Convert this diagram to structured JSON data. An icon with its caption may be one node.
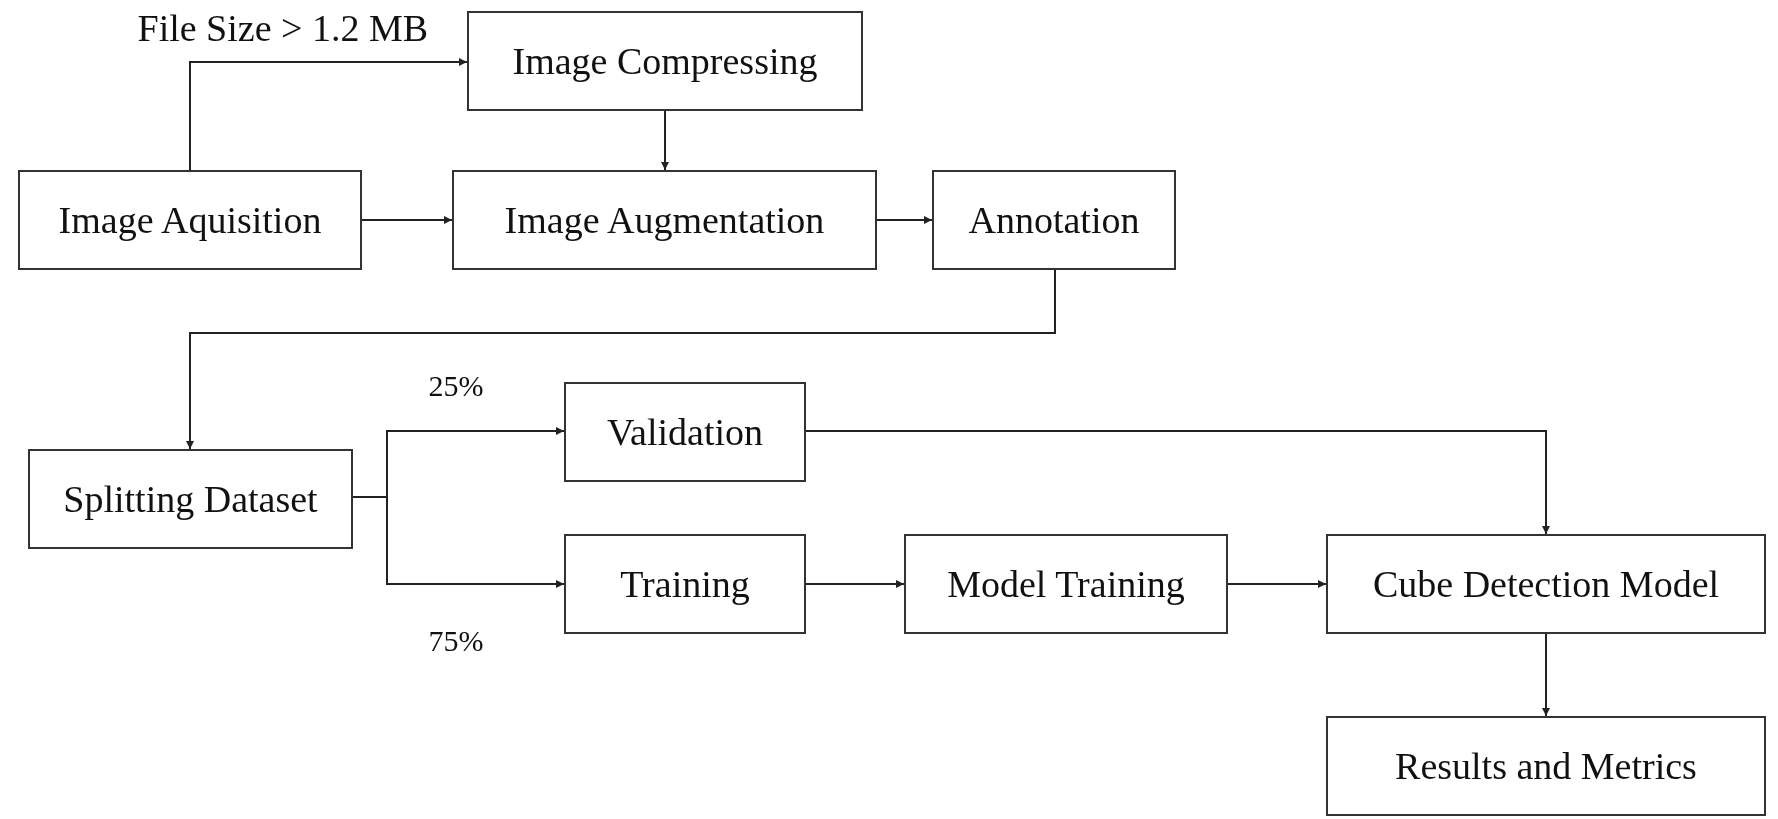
{
  "diagram": {
    "nodes": [
      {
        "text": [
          "Image Compressing"
        ]
      },
      {
        "text": [
          "Image Aquisition"
        ]
      },
      {
        "text": [
          "Image Augmentation"
        ]
      },
      {
        "text": [
          "Annotation"
        ]
      },
      {
        "text": [
          "Splitting Dataset"
        ]
      },
      {
        "text": [
          "Validation"
        ]
      },
      {
        "text": [
          "Training"
        ]
      },
      {
        "text": [
          "Model Training"
        ]
      },
      {
        "text": [
          "Cube Detection Model"
        ]
      },
      {
        "text": [
          "Results and Metrics"
        ]
      }
    ],
    "edges": [
      {
        "from": 1,
        "to": 0,
        "arrow": "to",
        "label": "File Size > 1.2 MB"
      },
      {
        "from": 0,
        "to": 2,
        "arrow": "to"
      },
      {
        "from": 1,
        "to": 2,
        "arrow": "to"
      },
      {
        "from": 2,
        "to": 3,
        "arrow": "to"
      },
      {
        "from": 3,
        "to": 4,
        "arrow": "to"
      },
      {
        "from": 4,
        "to": 5,
        "arrow": "to",
        "label": "25%"
      },
      {
        "from": 4,
        "to": 6,
        "arrow": "to",
        "label": "75%"
      },
      {
        "from": 6,
        "to": 7,
        "arrow": "to"
      },
      {
        "from": 7,
        "to": 8,
        "arrow": "to"
      },
      {
        "from": 5,
        "to": 8,
        "arrow": "to"
      },
      {
        "from": 8,
        "to": 9,
        "arrow": "to"
      }
    ]
  }
}
